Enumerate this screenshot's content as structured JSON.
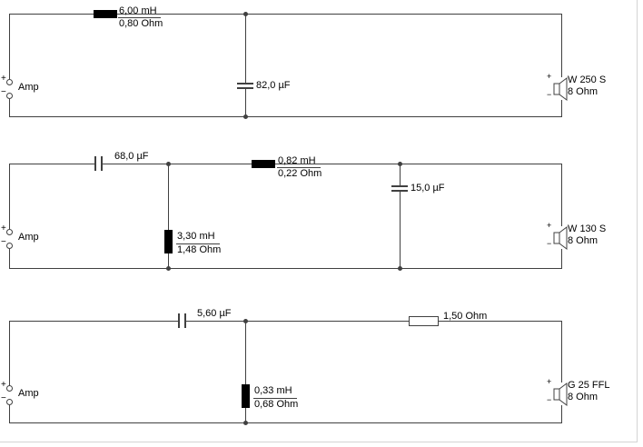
{
  "canvas": {
    "background": "#ffffff",
    "line_color": "#404040"
  },
  "symbols": {
    "plus": "+",
    "minus": "−"
  },
  "circuits": [
    {
      "name": "woofer-lowpass",
      "amp_label": "Amp",
      "components": {
        "series_inductor": {
          "value": "6,00 mH",
          "resistance": "0,80 Ohm"
        },
        "shunt_capacitor": {
          "value": "82,0 µF"
        }
      },
      "speaker": {
        "model": "W 250 S",
        "impedance": "8 Ohm"
      }
    },
    {
      "name": "midrange-bandpass",
      "amp_label": "Amp",
      "components": {
        "series_capacitor": {
          "value": "68,0 µF"
        },
        "shunt_inductor": {
          "value": "3,30 mH",
          "resistance": "1,48 Ohm"
        },
        "series_inductor": {
          "value": "0,82 mH",
          "resistance": "0,22 Ohm"
        },
        "shunt_capacitor": {
          "value": "15,0 µF"
        }
      },
      "speaker": {
        "model": "W 130 S",
        "impedance": "8 Ohm"
      }
    },
    {
      "name": "tweeter-highpass",
      "amp_label": "Amp",
      "components": {
        "series_capacitor": {
          "value": "5,60 µF"
        },
        "shunt_inductor": {
          "value": "0,33 mH",
          "resistance": "0,68 Ohm"
        },
        "series_resistor": {
          "value": "1,50 Ohm"
        }
      },
      "speaker": {
        "model": "G 25 FFL",
        "impedance": "8 Ohm"
      }
    }
  ]
}
